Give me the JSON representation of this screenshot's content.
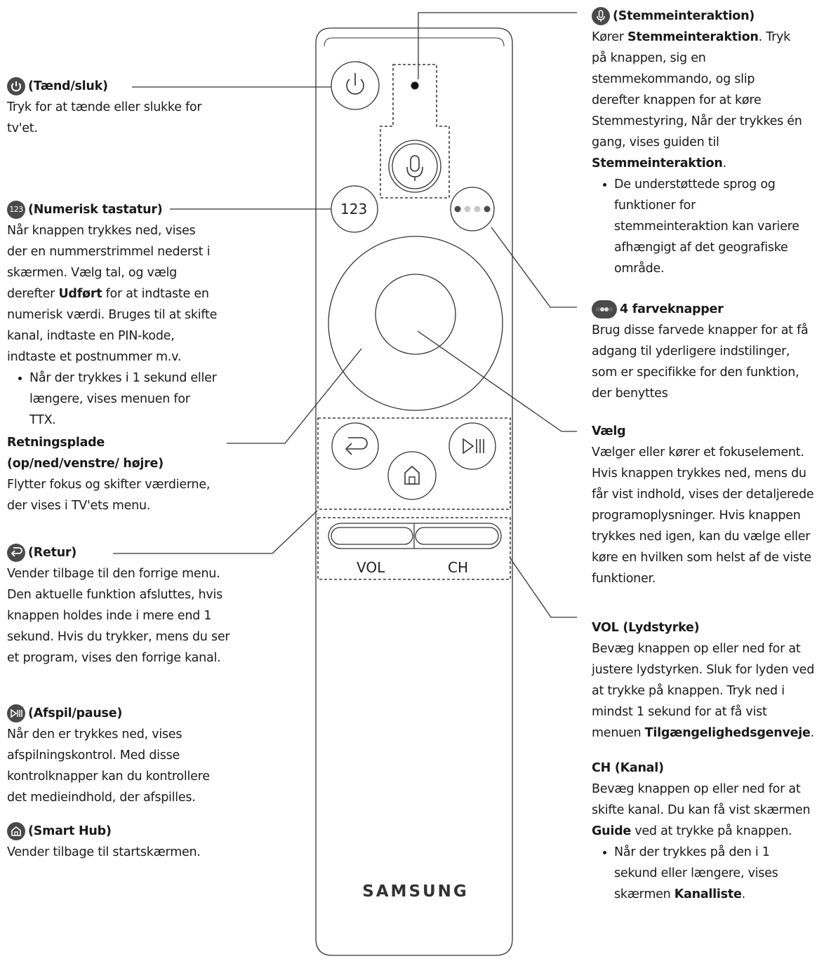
{
  "remote": {
    "num_button_label": "123",
    "vol_label": "VOL",
    "ch_label": "CH",
    "brand": "SAMSUNG"
  },
  "callouts": {
    "power": {
      "icon": "power-icon",
      "title": "(Tænd/sluk)",
      "body": "Tryk for at tænde eller slukke for tv'et."
    },
    "numeric": {
      "icon_text": "123",
      "title": "(Numerisk tastatur)",
      "body_1": "Når knappen trykkes ned, vises der en nummerstrimmel nederst i skærmen. Vælg tal, og vælg derefter ",
      "body_bold": "Udført",
      "body_2": " for at indtaste en numerisk værdi. Bruges til at skifte kanal, indtaste en PIN-kode, indtaste et postnummer m.v.",
      "bullet": "Når der trykkes i 1 sekund eller længere, vises menuen for TTX."
    },
    "direction": {
      "title": "Retningsplade (op/ned/venstre/ højre)",
      "body": "Flytter fokus og skifter værdierne, der vises i TV'ets menu."
    },
    "return": {
      "icon": "return-icon",
      "title": "(Retur)",
      "body": "Vender tilbage til den forrige menu. Den aktuelle funktion afsluttes, hvis knappen holdes inde i mere end 1 sekund. Hvis du trykker, mens du ser et program, vises den forrige kanal."
    },
    "play": {
      "icon": "play-pause-icon",
      "title": "(Afspil/pause)",
      "body": "Når den er trykkes ned, vises afspilningskontrol. Med disse kontrolknapper kan du kontrollere det medieindhold, der afspilles."
    },
    "home": {
      "icon": "home-icon",
      "title": "(Smart Hub)",
      "body": "Vender tilbage til startskærmen."
    },
    "voice": {
      "icon": "microphone-icon",
      "title": "(Stemmeinteraktion)",
      "body_1": "Kører ",
      "body_bold_1": "Stemmeinteraktion",
      "body_2": ". Tryk på knappen, sig en stemmekommando, og slip derefter knappen for at køre Stemmestyring, Når der trykkes én gang, vises guiden til ",
      "body_bold_2": "Stemmeinteraktion",
      "body_3": ".",
      "bullet": "De understøttede sprog og funktioner for stemmeinteraktion kan variere afhængigt af det geografiske område."
    },
    "color": {
      "icon": "color-dots-icon",
      "title": "4 farveknapper",
      "body": "Brug disse farvede knapper for at få adgang til yderligere indstilinger, som er specifikke for den funktion, der benyttes"
    },
    "select": {
      "title": "Vælg",
      "body": "Vælger eller kører et fokuselement. Hvis knappen trykkes ned, mens du får vist indhold, vises der detaljerede programoplysninger. Hvis knappen trykkes ned igen, kan du vælge eller køre en hvilken som helst af de viste funktioner."
    },
    "vol": {
      "title": "VOL (Lydstyrke)",
      "body_1": "Bevæg knappen op eller ned for at justere lydstyrken. Sluk for lyden ved at trykke på knappen. Tryk ned i mindst 1 sekund for at få vist menuen ",
      "body_bold": "Tilgængelighedsgenveje",
      "body_2": "."
    },
    "ch": {
      "title": "CH (Kanal)",
      "body_1": "Bevæg knappen op eller ned for at skifte kanal. Du kan få vist skærmen ",
      "body_bold": "Guide",
      "body_2": " ved at trykke på knappen.",
      "bullet_1": "Når der trykkes på den i 1 sekund eller længere, vises skærmen ",
      "bullet_bold": "Kanalliste",
      "bullet_2": "."
    }
  }
}
